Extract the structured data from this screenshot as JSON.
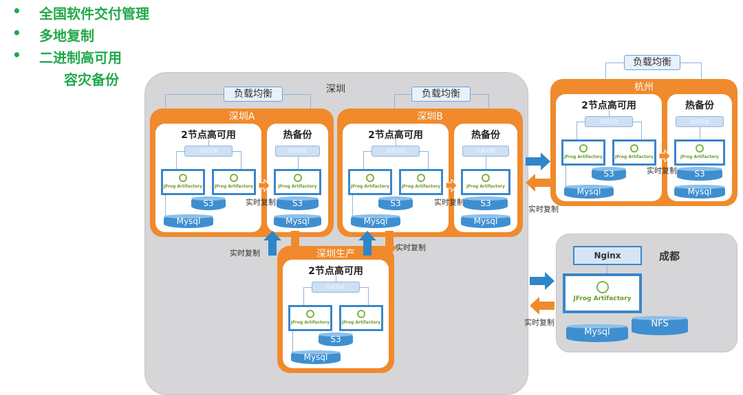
{
  "bullets": [
    "全国软件交付管理",
    "多地复制",
    "二进制高可用"
  ],
  "bullet_continuation": "容灾备份",
  "bullet_symbol": "•",
  "shenzhen": {
    "label": "深圳",
    "lb_a": "负载均衡",
    "lb_b": "负载均衡",
    "site_a": {
      "label": "深圳A",
      "ha_title": "2节点高可用",
      "backup_title": "热备份",
      "mini_lb": "负载均衡",
      "jfrog": "JFrog Artifactory",
      "s3": "S3",
      "mysql": "Mysql",
      "replication": "实时复制"
    },
    "site_b": {
      "label": "深圳B",
      "ha_title": "2节点高可用",
      "backup_title": "热备份",
      "mini_lb": "负载均衡",
      "jfrog": "JFrog Artifactory",
      "s3": "S3",
      "mysql": "Mysql",
      "replication": "实时复制"
    },
    "prod": {
      "label": "深圳生产",
      "ha_title": "2节点高可用",
      "mini_lb": "负载均衡",
      "jfrog": "JFrog Artifactory",
      "s3": "S3",
      "mysql": "Mysql"
    },
    "replication_label": "实时复制"
  },
  "hangzhou": {
    "lb": "负载均衡",
    "site": {
      "label": "杭州",
      "ha_title": "2节点高可用",
      "backup_title": "热备份",
      "mini_lb": "负载均衡",
      "jfrog": "JFrog Artifactory",
      "s3": "S3",
      "mysql": "Mysql",
      "replication": "实时复制"
    },
    "replication_label": "实时复制"
  },
  "chengdu": {
    "label": "成都",
    "nginx": "Nginx",
    "jfrog": "JFrog Artifactory",
    "mysql": "Mysql",
    "nfs": "NFS",
    "replication_label": "实时复制"
  },
  "colors": {
    "green": "#22a84a",
    "orange": "#f08a2c",
    "blue": "#3f8fd0",
    "region_gray": "#d6d6d8"
  }
}
